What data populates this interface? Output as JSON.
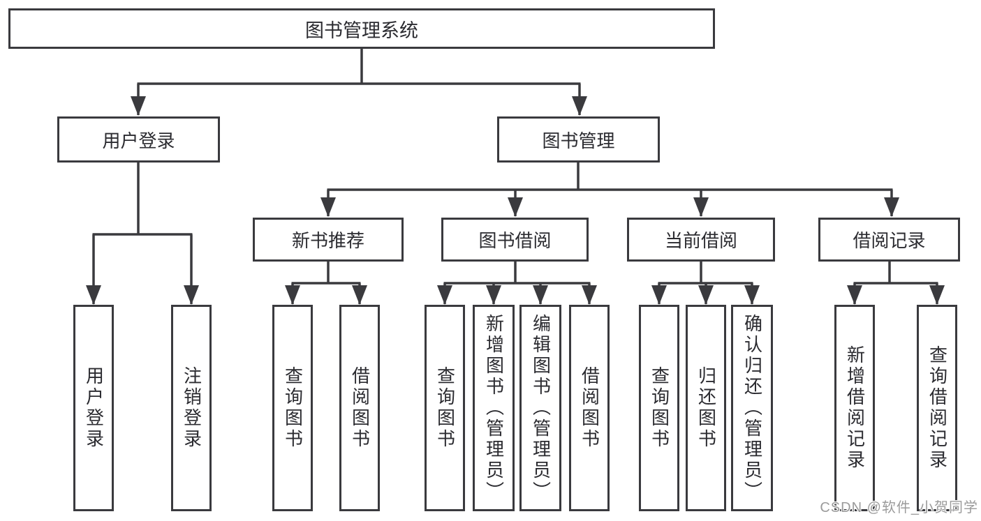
{
  "diagram": {
    "root_label": "图书管理系统",
    "user_login": {
      "label": "用户登录",
      "children": [
        "用户登录",
        "注销登录"
      ]
    },
    "book_mgmt": {
      "label": "图书管理",
      "groups": [
        {
          "label": "新书推荐",
          "children": [
            "查询图书",
            "借阅图书"
          ]
        },
        {
          "label": "图书借阅",
          "children": [
            "查询图书",
            "新增图书（管理员）",
            "编辑图书（管理员）",
            "借阅图书"
          ]
        },
        {
          "label": "当前借阅",
          "children": [
            "查询图书",
            "归还图书",
            "确认归还（管理员）"
          ]
        },
        {
          "label": "借阅记录",
          "children": [
            "新增借阅记录",
            "查询借阅记录"
          ]
        }
      ]
    }
  },
  "watermark": "CSDN @软件_小贺同学",
  "colors": {
    "line": "#3a3a3e",
    "text": "#2b2b30",
    "watermark": "#9b9b9b",
    "background": "#ffffff"
  }
}
